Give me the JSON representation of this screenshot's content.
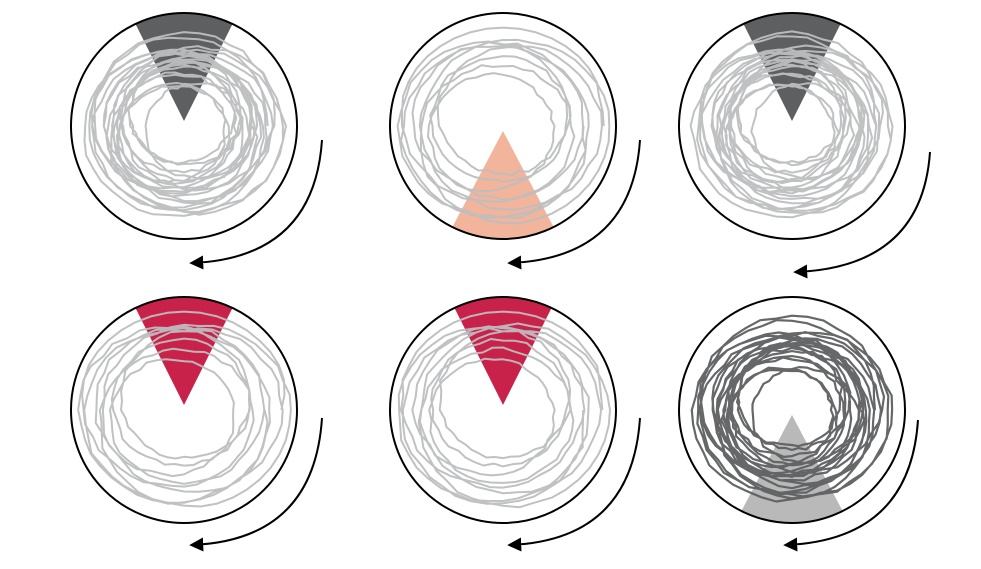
{
  "colors": {
    "trace_light": "#bdbebf",
    "trace_dark": "#5e5f61",
    "outline": "#000000",
    "wedge_dark": "#5e5f61",
    "wedge_peach": "#f2b49b",
    "wedge_red": "#c8224a",
    "wedge_lightgray": "#b9b9b9"
  },
  "panels": [
    {
      "name": "panel-top-left",
      "wedge": "top",
      "wedge_color": "wedge_dark",
      "trace_color": "trace_light",
      "trace_style": "dense",
      "arrow_icon": "clockwise-arrow-icon"
    },
    {
      "name": "panel-top-middle",
      "wedge": "bottom",
      "wedge_color": "wedge_peach",
      "trace_color": "trace_light",
      "trace_style": "sparse",
      "arrow_icon": "clockwise-arrow-icon"
    },
    {
      "name": "panel-top-right",
      "wedge": "top",
      "wedge_color": "wedge_dark",
      "trace_color": "trace_light",
      "trace_style": "dense",
      "arrow_icon": "clockwise-arrow-icon"
    },
    {
      "name": "panel-bottom-left",
      "wedge": "top",
      "wedge_color": "wedge_red",
      "trace_color": "trace_light",
      "trace_style": "sparse",
      "arrow_icon": "clockwise-arrow-icon"
    },
    {
      "name": "panel-bottom-middle",
      "wedge": "top",
      "wedge_color": "wedge_red",
      "trace_color": "trace_light",
      "trace_style": "sparse",
      "arrow_icon": "clockwise-arrow-icon"
    },
    {
      "name": "panel-bottom-right",
      "wedge": "bottom",
      "wedge_color": "wedge_lightgray",
      "trace_color": "trace_dark",
      "trace_style": "dense",
      "arrow_icon": "clockwise-arrow-icon"
    }
  ]
}
